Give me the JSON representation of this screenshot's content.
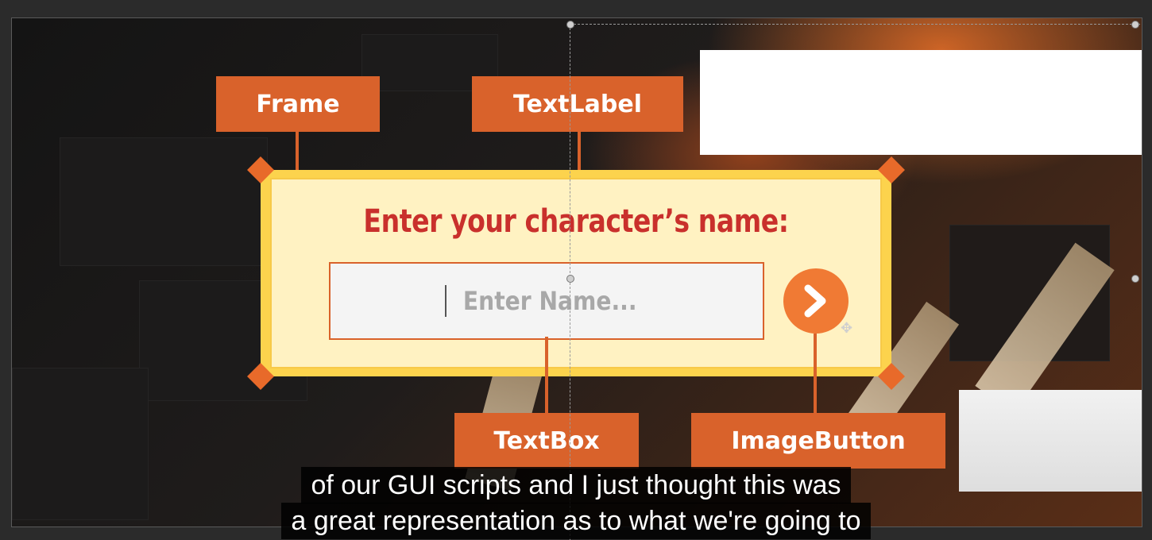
{
  "callouts": {
    "frame": "Frame",
    "textlabel": "TextLabel",
    "textbox": "TextBox",
    "imagebutton": "ImageButton"
  },
  "frame": {
    "title": "Enter your character’s name:",
    "textbox_placeholder": "Enter Name...",
    "button_icon": "chevron-right-icon"
  },
  "subtitles": [
    "of our GUI scripts and I just thought this was",
    "a great representation as to what we're going to"
  ],
  "colors": {
    "callout": "#d9622b",
    "frame_border": "#fcd34d",
    "frame_fill": "#fff2c2",
    "title_red": "#c9302c",
    "button_orange": "#f07a34"
  }
}
